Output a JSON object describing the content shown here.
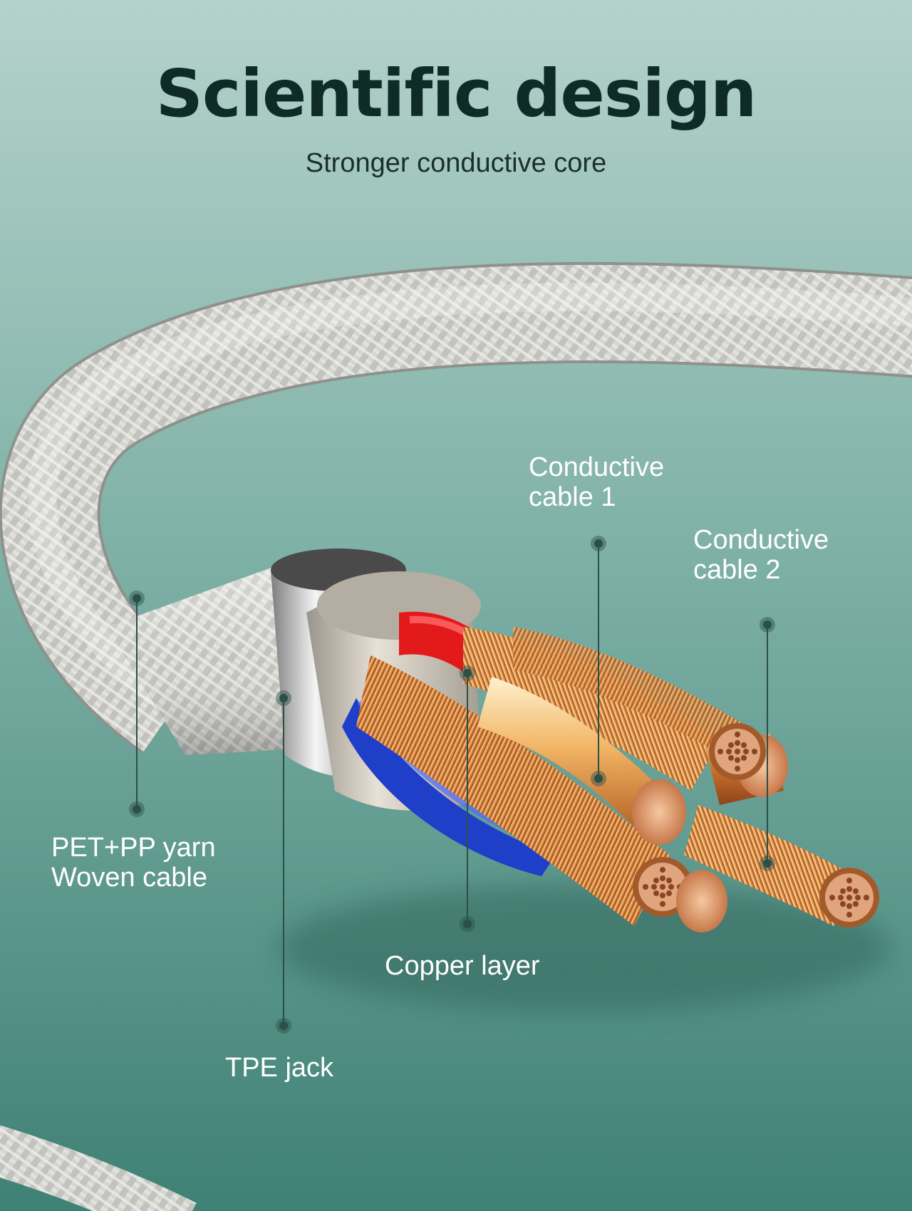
{
  "header": {
    "title": "Scientific design",
    "subtitle": "Stronger conductive core"
  },
  "callouts": {
    "conductive_cable_1": {
      "line1": "Conductive",
      "line2": "cable 1"
    },
    "conductive_cable_2": {
      "line1": "Conductive",
      "line2": "cable 2"
    },
    "woven_cable": {
      "line1": "PET+PP yarn",
      "line2": "Woven cable"
    },
    "copper_layer": {
      "text": "Copper layer"
    },
    "tpe_jack": {
      "text": "TPE jack"
    }
  },
  "colors": {
    "background_top": "#b4d2cb",
    "background_bottom": "#3f8175",
    "title": "#0f2b27",
    "label": "#ffffff",
    "leader_line": "#2b4f49",
    "braid": "#d7d7d2",
    "copper": "#d98a45",
    "insulation_red": "#e21a1a",
    "insulation_blue": "#1f3fc9"
  }
}
